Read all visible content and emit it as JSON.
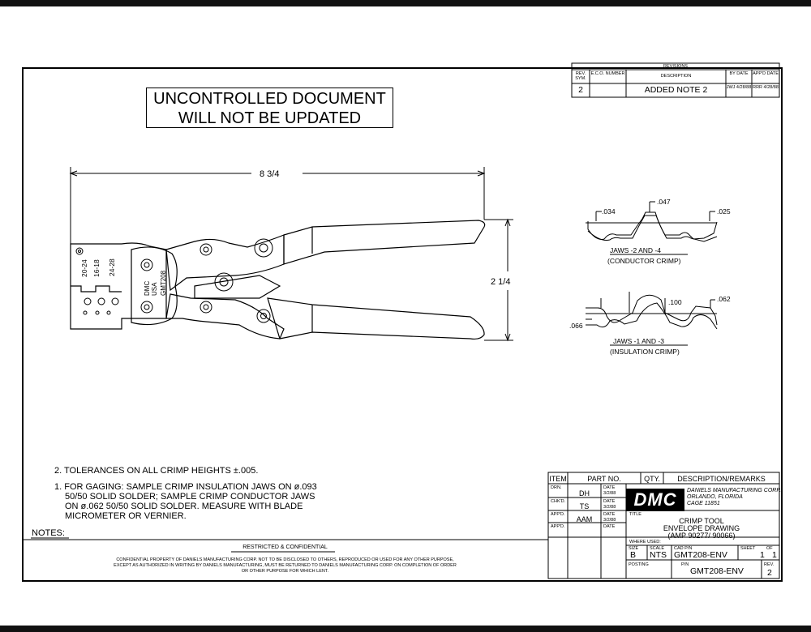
{
  "header": {
    "line1": "UNCONTROLLED DOCUMENT",
    "line2": "WILL NOT BE UPDATED"
  },
  "revisions": {
    "title": "REVISIONS",
    "col_rev": "REV. SYM.",
    "col_eco": "E.C.O. NUMBER",
    "col_desc": "DESCRIPTION",
    "col_by": "BY DATE",
    "col_appd": "APP'D DATE",
    "row": {
      "rev": "2",
      "eco": "",
      "desc": "ADDED NOTE 2",
      "by": "JWJ 4/28/88",
      "appd": "RRR 4/28/88"
    }
  },
  "dimensions": {
    "length": "8 3/4",
    "height": "2 1/4"
  },
  "tool_labels": {
    "g1": "20-24",
    "g2": "16-18",
    "g3": "24-28",
    "mark": [
      "DMC",
      "USA",
      "GMT208"
    ]
  },
  "jaw_details": {
    "conductor": {
      "d1": ".034",
      "d2": ".047",
      "d3": ".025",
      "label": "JAWS -2 AND -4",
      "sub": "(CONDUCTOR CRIMP)"
    },
    "insulation": {
      "d1": ".100",
      "d2": ".062",
      "d3": ".066",
      "label": "JAWS -1 AND -3",
      "sub": "(INSULATION CRIMP)"
    }
  },
  "notes": {
    "note2": "2. TOLERANCES ON ALL CRIMP HEIGHTS ±.005.",
    "note1_l1": "1. FOR GAGING: SAMPLE CRIMP INSULATION JAWS ON ø.093",
    "note1_l2": "50/50 SOLID SOLDER; SAMPLE CRIMP CONDUCTOR JAWS",
    "note1_l3": "ON ø.062 50/50 SOLID SOLDER.  MEASURE WITH BLADE",
    "note1_l4": "MICROMETER OR VERNIER.",
    "heading": "NOTES:"
  },
  "confidential": {
    "title": "RESTRICTED & CONFIDENTIAL",
    "line1": "CONFIDENTIAL PROPERTY OF DANIELS MANUFACTURING CORP. NOT TO BE DISCLOSED TO OTHERS, REPRODUCED OR USED FOR ANY OTHER PURPOSE,",
    "line2": "EXCEPT AS AUTHORIZED IN WRITING BY DANIELS MANUFACTURING, MUST BE RETURNED TO DANIELS MANUFACTURING CORP. ON COMPLETION OF ORDER",
    "line3": "OR OTHER PURPOSE FOR WHICH LENT."
  },
  "title_block": {
    "item": "ITEM",
    "part_no": "PART NO.",
    "qty": "QTY.",
    "desc_remarks": "DESCRIPTION/REMARKS",
    "drn": "DRN.",
    "chkd": "CHK'D.",
    "appd": "APP'D.",
    "drn_by": "DH",
    "chkd_by": "TS",
    "appd_by": "AAM",
    "date_label": "DATE",
    "drn_date": "3/2/88",
    "chkd_date": "3/2/88",
    "appd_date": "3/2/88",
    "logo": "DMC",
    "company1": "DANIELS MANUFACTURING CORP.",
    "company2": "ORLANDO, FLORIDA",
    "company3": "CAGE 11851",
    "title_label": "TITLE",
    "title1": "CRIMP TOOL",
    "title2": "ENVELOPE DRAWING",
    "title3": "(AMP 90277/ 90066)",
    "where_used": "WHERE USED:",
    "size_label": "SIZE",
    "size": "B",
    "scale_label": "SCALE",
    "scale": "NTS",
    "cad_label": "CAD P/N",
    "cad": "GMT208-ENV",
    "sheet_label": "SHEET",
    "of_label": "OF",
    "sheet": "1",
    "of": "1",
    "posting": "POSTING",
    "pn_label": "P/N",
    "pn": "GMT208-ENV",
    "rev_label": "REV.",
    "rev": "2"
  }
}
